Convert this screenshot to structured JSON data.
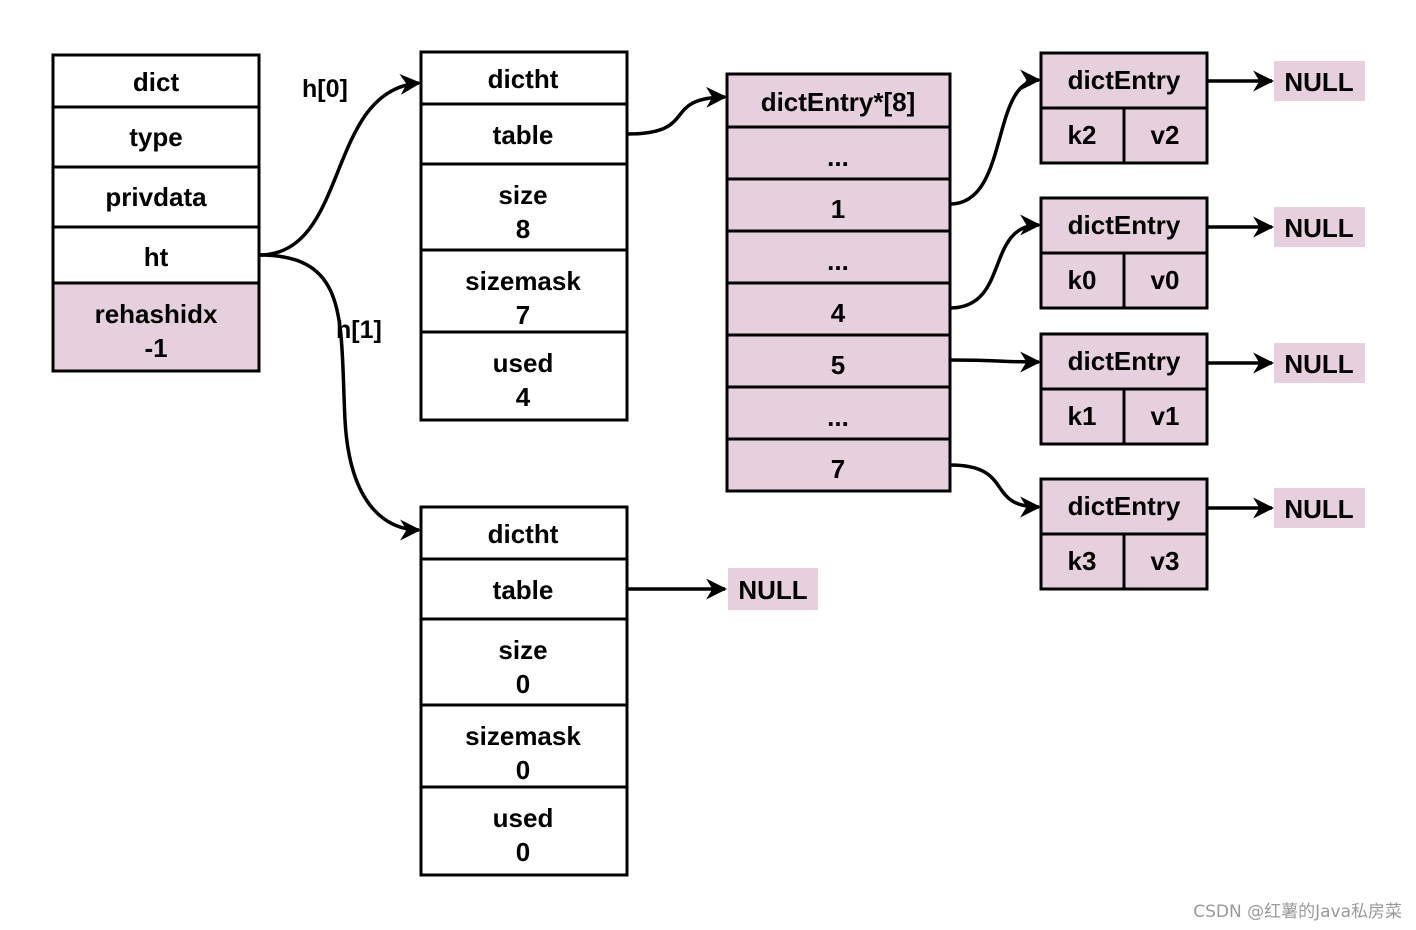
{
  "colors": {
    "highlight_fill": "#e6d0de",
    "plain_fill": "#ffffff",
    "stroke": "#000000"
  },
  "dict": {
    "title": "dict",
    "fields": [
      "type",
      "privdata",
      "ht"
    ],
    "rehashidx_label": "rehashidx",
    "rehashidx_value": "-1"
  },
  "edge_labels": {
    "h0": "h[0]",
    "h1": "h[1]"
  },
  "dictht0": {
    "title": "dictht",
    "table": "table",
    "size_label": "size",
    "size_value": "8",
    "sizemask_label": "sizemask",
    "sizemask_value": "7",
    "used_label": "used",
    "used_value": "4"
  },
  "dictht1": {
    "title": "dictht",
    "table": "table",
    "size_label": "size",
    "size_value": "0",
    "sizemask_label": "sizemask",
    "sizemask_value": "0",
    "used_label": "used",
    "used_value": "0",
    "table_target": "NULL"
  },
  "bucket_array": {
    "title": "dictEntry*[8]",
    "slots": [
      "...",
      "1",
      "...",
      "4",
      "5",
      "...",
      "7"
    ]
  },
  "entries": [
    {
      "title": "dictEntry",
      "key": "k2",
      "value": "v2",
      "next": "NULL",
      "bucket": "1"
    },
    {
      "title": "dictEntry",
      "key": "k0",
      "value": "v0",
      "next": "NULL",
      "bucket": "4"
    },
    {
      "title": "dictEntry",
      "key": "k1",
      "value": "v1",
      "next": "NULL",
      "bucket": "5"
    },
    {
      "title": "dictEntry",
      "key": "k3",
      "value": "v3",
      "next": "NULL",
      "bucket": "7"
    }
  ],
  "watermark": "CSDN @红薯的Java私房菜"
}
